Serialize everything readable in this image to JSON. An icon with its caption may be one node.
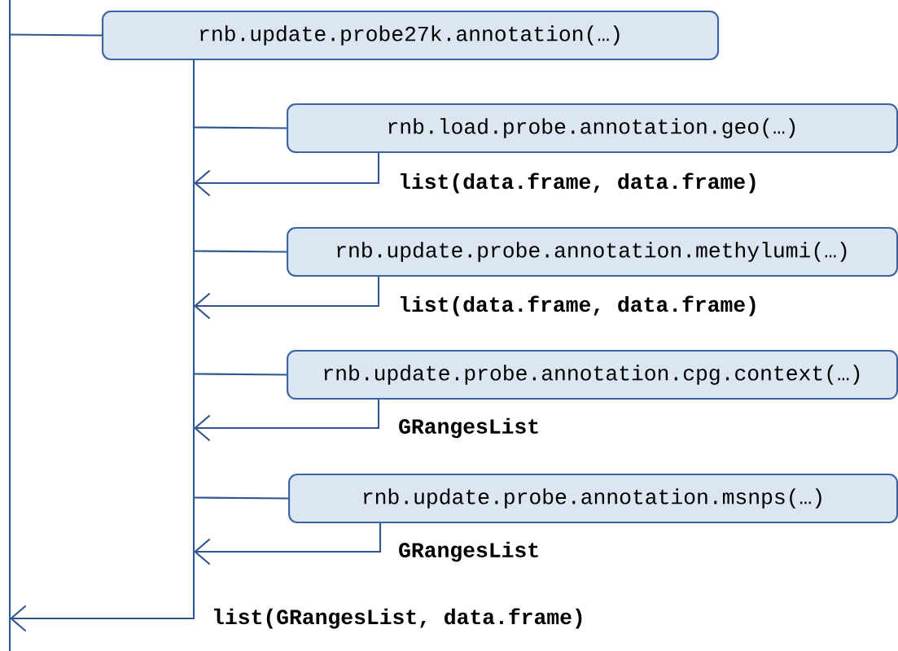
{
  "diagram": {
    "nodes": [
      {
        "text": [
          "rnb.update.probe27k.annotation(…)"
        ]
      },
      {
        "text": [
          "rnb.load.probe.annotation.geo(…)"
        ]
      },
      {
        "text": [
          "rnb.update.probe.annotation.methylumi(…)"
        ]
      },
      {
        "text": [
          "rnb.update.probe.annotation.cpg.context(…)"
        ]
      },
      {
        "text": [
          "rnb.update.probe.annotation.msnps(…)"
        ]
      }
    ],
    "edges": [
      {
        "from": null,
        "to": 0,
        "arrow": "none"
      },
      {
        "from": null,
        "to": 1,
        "arrow": "none"
      },
      {
        "from": 1,
        "to": null,
        "arrow": "to",
        "label": "list(data.frame, data.frame)"
      },
      {
        "from": null,
        "to": 2,
        "arrow": "none"
      },
      {
        "from": 2,
        "to": null,
        "arrow": "to",
        "label": "list(data.frame, data.frame)"
      },
      {
        "from": null,
        "to": 3,
        "arrow": "none"
      },
      {
        "from": 3,
        "to": null,
        "arrow": "to",
        "label": "GRangesList"
      },
      {
        "from": null,
        "to": 4,
        "arrow": "none"
      },
      {
        "from": 4,
        "to": null,
        "arrow": "to",
        "label": "GRangesList"
      },
      {
        "from": 0,
        "to": null,
        "arrow": "to",
        "label": "list(GRangesList, data.frame)"
      }
    ]
  }
}
